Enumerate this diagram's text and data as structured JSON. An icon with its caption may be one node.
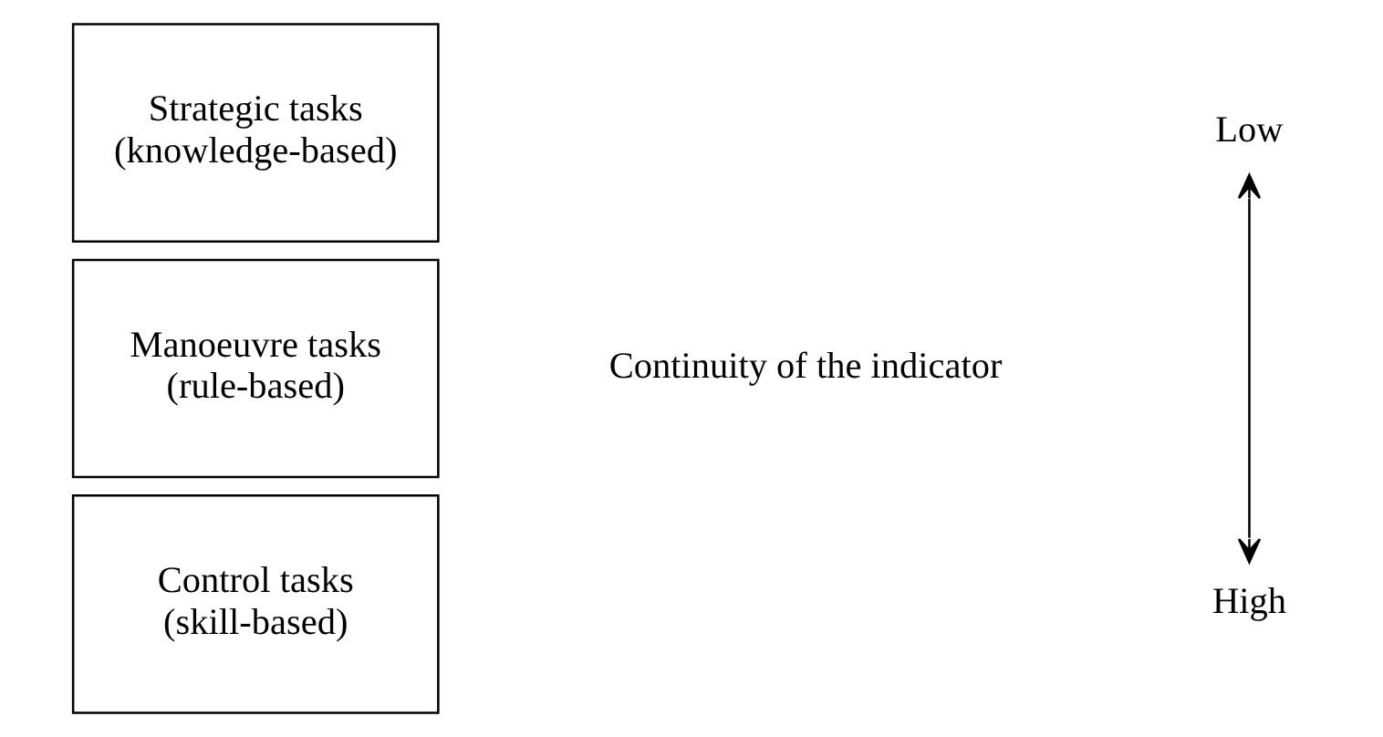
{
  "diagram": {
    "nodes": [
      {
        "text": [
          "Strategic tasks (knowledge-based)"
        ]
      },
      {
        "text": [
          "Manoeuvre tasks (rule-based)"
        ]
      },
      {
        "text": [
          "Control tasks (skill-based)"
        ]
      },
      {
        "text": [
          "Low"
        ]
      },
      {
        "text": [
          "High"
        ]
      }
    ],
    "edges": [
      {
        "from": 3,
        "to": 4,
        "arrow": "both"
      }
    ],
    "labels": [
      "Continuity of the indicator"
    ]
  }
}
